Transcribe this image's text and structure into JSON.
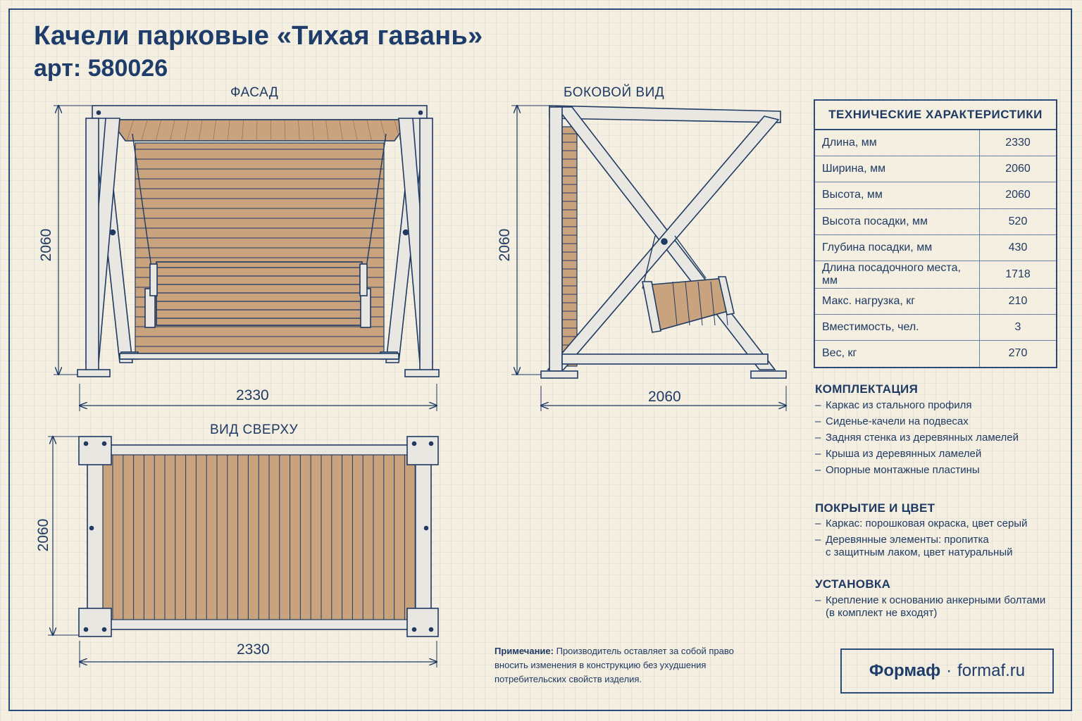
{
  "title": "Качели парковые «Тихая гавань»",
  "article": "арт: 580026",
  "views": {
    "facade": {
      "label": "ФАСАД",
      "width_dim": "2330",
      "height_dim": "2060"
    },
    "side": {
      "label": "БОКОВОЙ ВИД",
      "width_dim": "2060",
      "height_dim": "2060"
    },
    "top": {
      "label": "ВИД СВЕРХУ",
      "width_dim": "2330",
      "height_dim": "2060"
    }
  },
  "specs": {
    "header": "ТЕХНИЧЕСКИЕ ХАРАКТЕРИСТИКИ",
    "rows": [
      {
        "label": "Длина, мм",
        "value": "2330"
      },
      {
        "label": "Ширина, мм",
        "value": "2060"
      },
      {
        "label": "Высота, мм",
        "value": "2060"
      },
      {
        "label": "Высота посадки, мм",
        "value": "520"
      },
      {
        "label": "Глубина посадки, мм",
        "value": "430"
      },
      {
        "label": "Длина посадочного места, мм",
        "value": "1718"
      },
      {
        "label": "Макс. нагрузка, кг",
        "value": "210"
      },
      {
        "label": "Вместимость, чел.",
        "value": "3"
      },
      {
        "label": "Вес, кг",
        "value": "270"
      }
    ]
  },
  "kit": {
    "header": "КОМПЛЕКТАЦИЯ",
    "items": [
      "Каркас из стального профиля",
      "Сиденье-качели на подвесах",
      "Задняя стенка из деревянных ламелей",
      "Крыша из деревянных ламелей",
      "Опорные монтажные пластины"
    ]
  },
  "finish": {
    "header": "ПОКРЫТИЕ И ЦВЕТ",
    "items": [
      "Каркас: порошковая окраска, цвет серый",
      "Деревянные элементы: пропитка\nс защитным лаком, цвет натуральный"
    ]
  },
  "install": {
    "header": "УСТАНОВКА",
    "items": [
      "Крепление к основанию анкерными болтами\n(в комплект не входят)"
    ]
  },
  "note": {
    "label": "Примечание:",
    "text": "Производитель оставляет за собой право вносить изменения в конструкцию без ухудшения потребительских свойств изделия."
  },
  "brand": {
    "name": "Формаф",
    "separator": "·",
    "site": "formaf.ru"
  },
  "list_marker": "–",
  "colors": {
    "ink": "#1f3a63",
    "frame_fill": "#e9e7e1",
    "wood": "#c9a37e",
    "paper": "#f4efe1"
  }
}
